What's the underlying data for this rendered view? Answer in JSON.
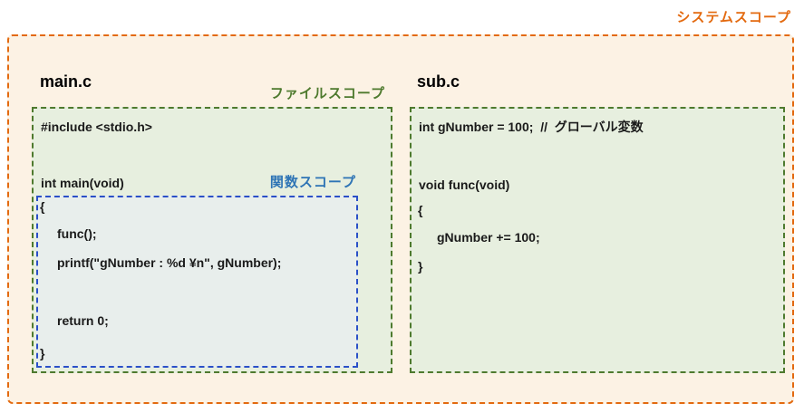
{
  "system": {
    "label": "システムスコープ"
  },
  "main_file": {
    "name": "main.c",
    "file_scope_label": "ファイルスコープ",
    "function_scope_label": "関数スコープ",
    "lines": {
      "include": "#include <stdio.h>",
      "main_signature": "int main(void)",
      "open_brace": "{",
      "func_call": "func();",
      "printf": "printf(\"gNumber : %d ¥n\", gNumber);",
      "return": "return 0;",
      "close_brace": "}"
    }
  },
  "sub_file": {
    "name": "sub.c",
    "lines": {
      "global_var": "int gNumber = 100;  //  グローバル変数",
      "func_signature": "void func(void)",
      "open_brace": "{",
      "increment": "gNumber += 100;",
      "close_brace": "}"
    }
  },
  "colors": {
    "orange": "#e36a10",
    "cream": "#fcf2e4",
    "green": "#4e7a2e",
    "green_bg": "#e7efdf",
    "blue": "#2b50c8",
    "blue_label": "#2e74b5",
    "blue_bg": "#e8eeec",
    "ink": "#1a1a1a"
  }
}
